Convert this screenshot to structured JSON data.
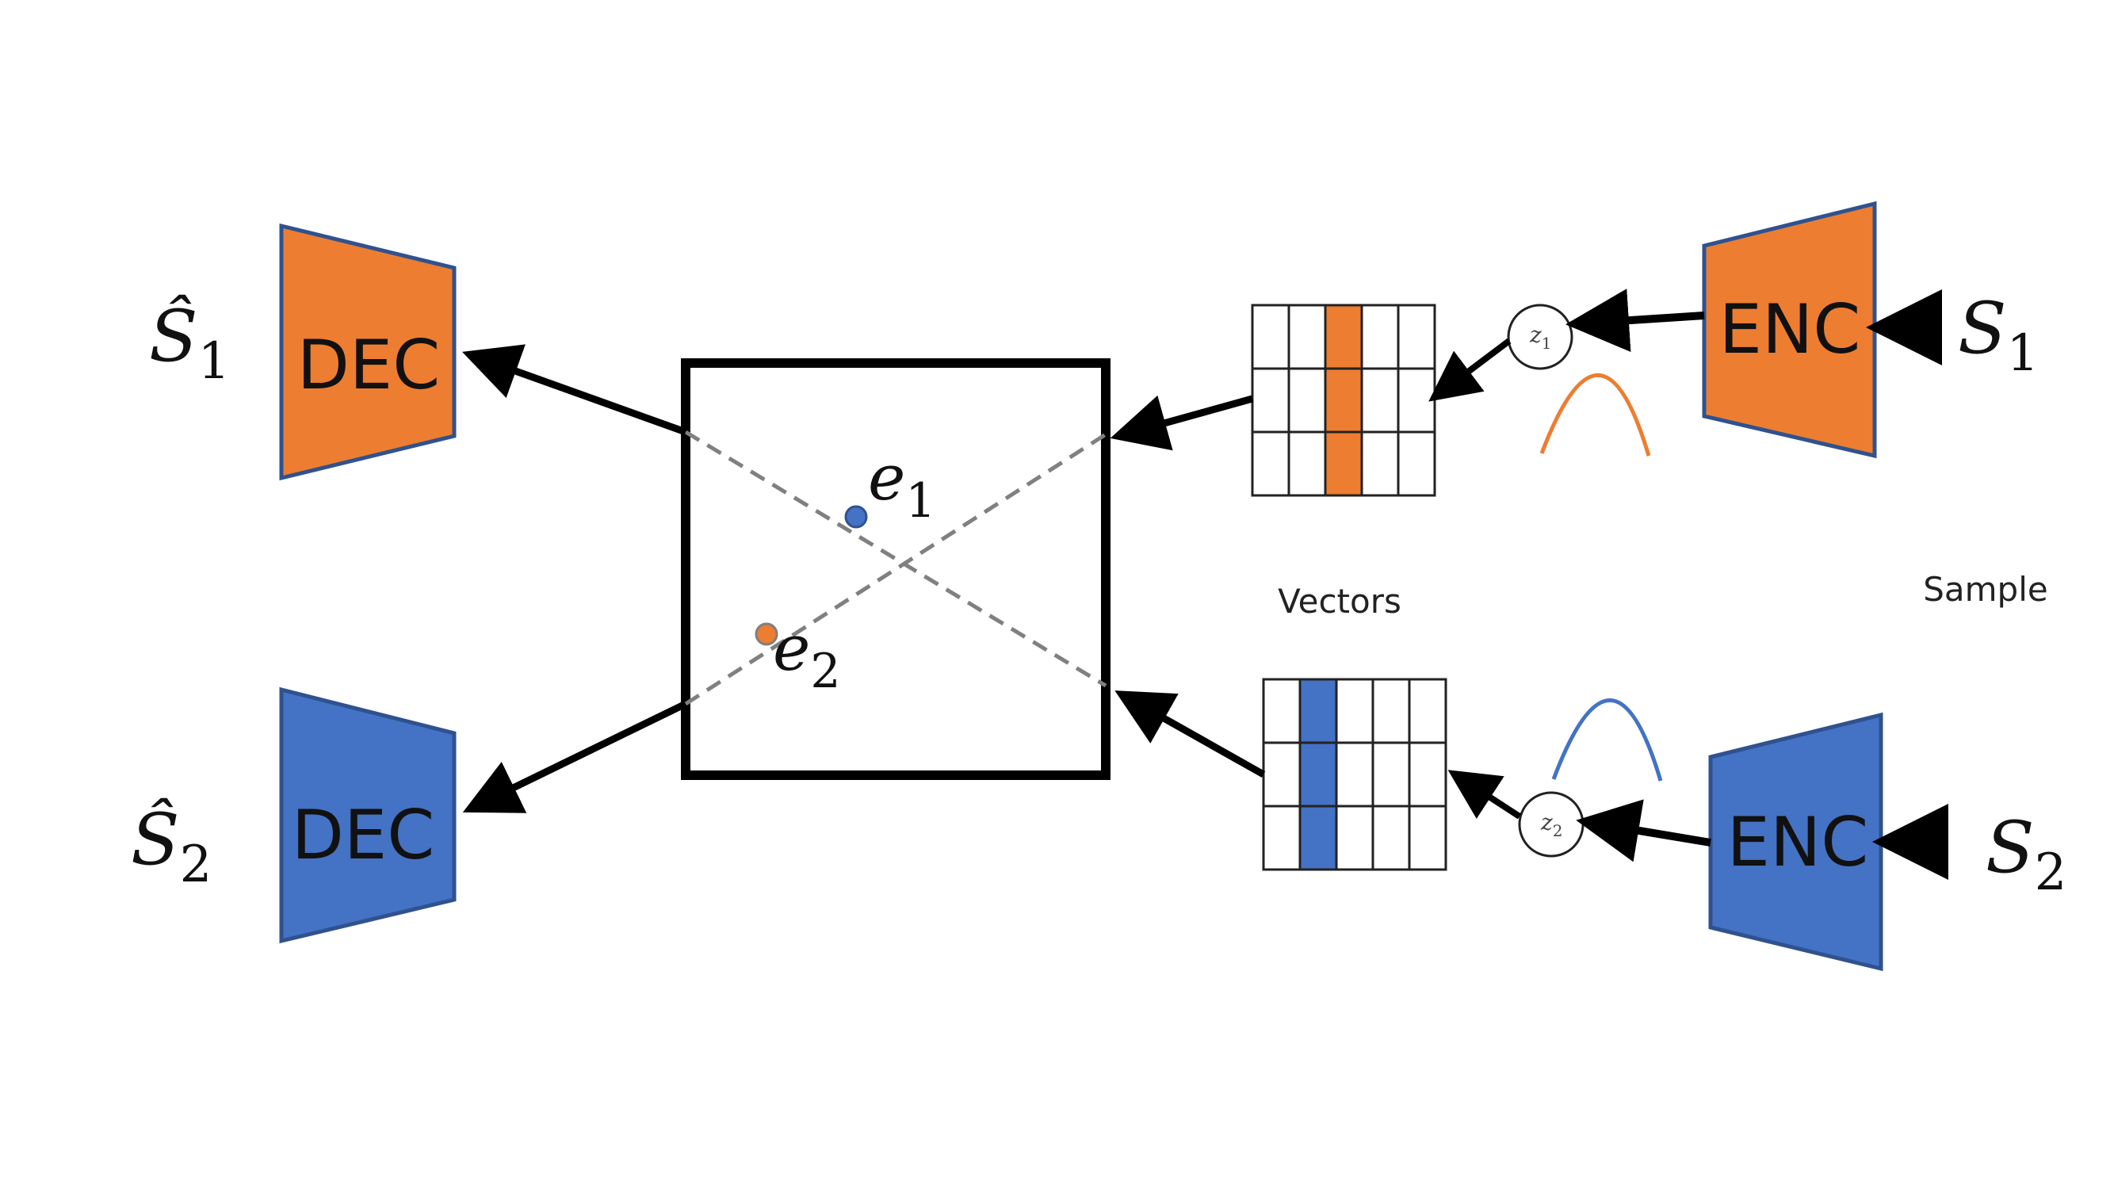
{
  "blocks": {
    "enc_top": {
      "label": "ENC",
      "color": "#ed7d31"
    },
    "enc_bottom": {
      "label": "ENC",
      "color": "#4472c4"
    },
    "dec_top": {
      "label": "DEC",
      "color": "#ed7d31"
    },
    "dec_bottom": {
      "label": "DEC",
      "color": "#4472c4"
    }
  },
  "inputs": {
    "top": {
      "symbol": "S",
      "sub": "1"
    },
    "bottom": {
      "symbol": "S",
      "sub": "2"
    }
  },
  "outputs": {
    "top": {
      "symbol": "Ŝ",
      "sub": "1"
    },
    "bottom": {
      "symbol": "Ŝ",
      "sub": "2"
    }
  },
  "latents": {
    "top": {
      "symbol": "z",
      "sub": "1"
    },
    "bottom": {
      "symbol": "z",
      "sub": "2"
    }
  },
  "embeddings": {
    "e1": {
      "symbol": "e",
      "sub": "1",
      "color": "#4472c4"
    },
    "e2": {
      "symbol": "e",
      "sub": "2",
      "color": "#ed7d31"
    }
  },
  "labels": {
    "vectors": "Vectors",
    "sample": "Sample"
  },
  "colors": {
    "orange": "#ed7d31",
    "blue": "#4472c4",
    "line": "#000000",
    "dash": "#808080"
  }
}
